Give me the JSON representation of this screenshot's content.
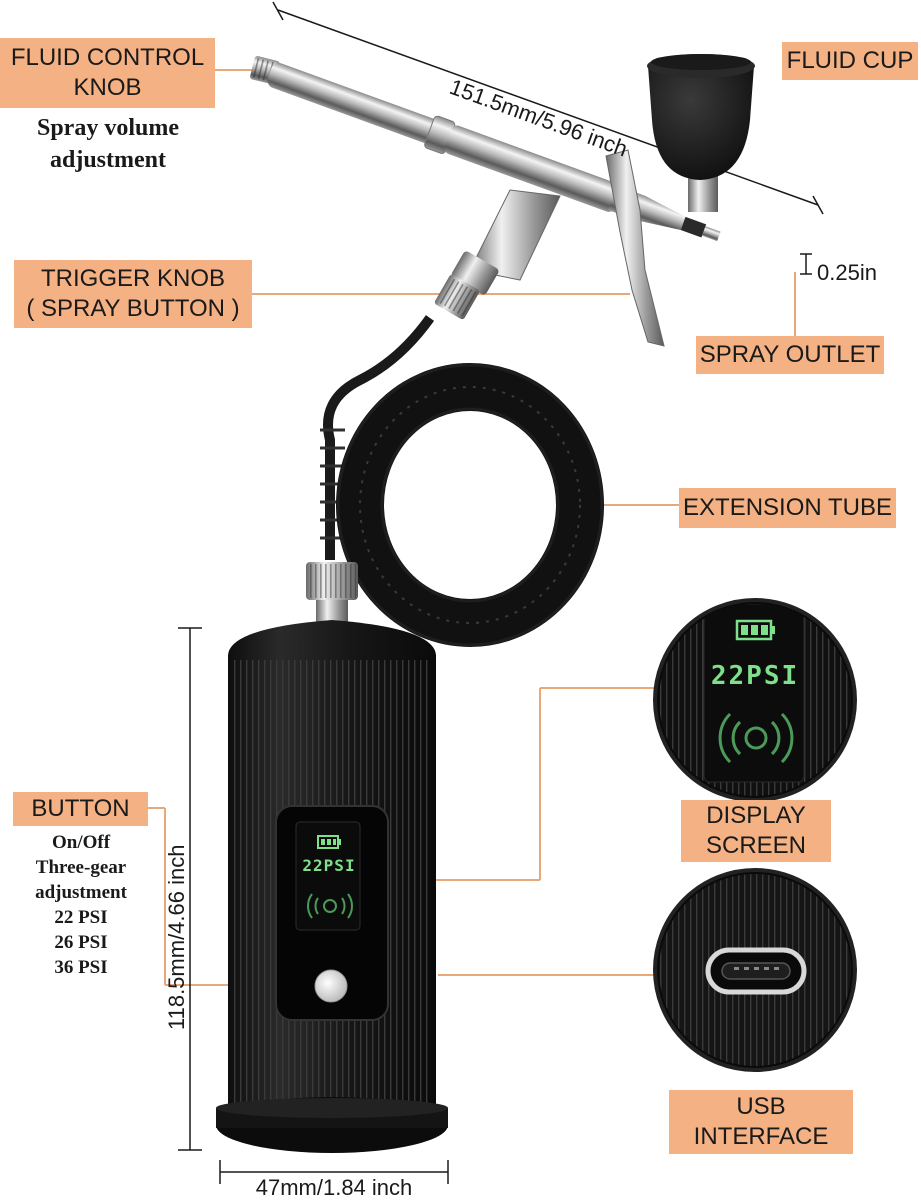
{
  "labels": {
    "fluid_control_knob": {
      "line1": "FLUID CONTROL",
      "line2": "KNOB"
    },
    "fluid_cup": "FLUID CUP",
    "trigger_knob": {
      "line1": "TRIGGER KNOB",
      "line2": "( SPRAY BUTTON )"
    },
    "spray_outlet": "SPRAY OUTLET",
    "extension_tube": "EXTENSION TUBE",
    "button": "BUTTON",
    "display_screen": {
      "line1": "DISPLAY",
      "line2": "SCREEN"
    },
    "usb_interface": {
      "line1": "USB",
      "line2": "INTERFACE"
    }
  },
  "notes": {
    "fluid_control": {
      "line1": "Spray volume",
      "line2": "adjustment"
    },
    "button": {
      "line1": "On/Off",
      "line2": "Three-gear",
      "line3": "adjustment",
      "line4": "22 PSI",
      "line5": "26 PSI",
      "line6": "36 PSI"
    }
  },
  "dimensions": {
    "gun_length": "151.5mm/5.96 inch",
    "nozzle": "0.25in",
    "height": "118.5mm/4.66 inch",
    "width": "47mm/1.84 inch"
  },
  "display": {
    "pressure": "22PSI",
    "battery_icon": "battery-full-icon",
    "signal_icon": "spray-mode-icon"
  },
  "colors": {
    "label_bg": "#f4b183",
    "leader_line": "#e8a878",
    "lcd_green": "#7ee08a",
    "body": "#1c1c1c"
  }
}
